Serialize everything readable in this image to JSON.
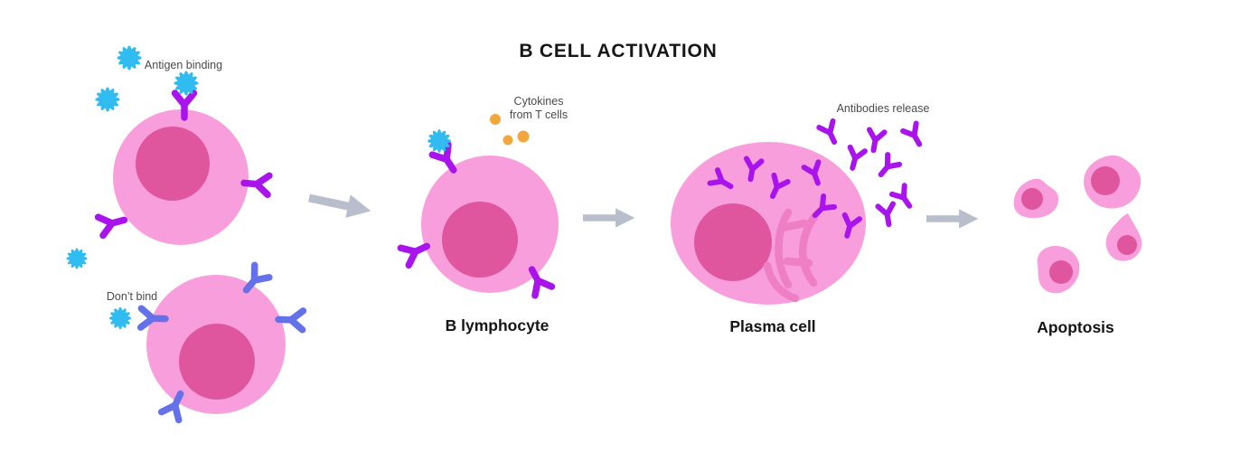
{
  "title": "B CELL ACTIVATION",
  "colors": {
    "cell_body": "#F99EDC",
    "nucleus": "#E0569E",
    "er": "#EE7FC4",
    "receptor_purple": "#A913EC",
    "receptor_blue": "#6471E9",
    "antigen_cyan": "#30BBF1",
    "cytokine_orange": "#F2A73D",
    "arrow_gray": "#B8BECC",
    "label_gray": "#4A4A4D",
    "label_black": "#161616"
  },
  "stages": {
    "antigen_binding": {
      "label": "Antigen binding"
    },
    "dont_bind": {
      "label": "Don’t bind"
    },
    "b_lymphocyte": {
      "label": "B lymphocyte",
      "cytokines_line1": "Cytokines",
      "cytokines_line2": "from T cells"
    },
    "plasma_cell": {
      "label": "Plasma cell",
      "antibodies_label": "Antibodies release"
    },
    "apoptosis": {
      "label": "Apoptosis"
    }
  }
}
